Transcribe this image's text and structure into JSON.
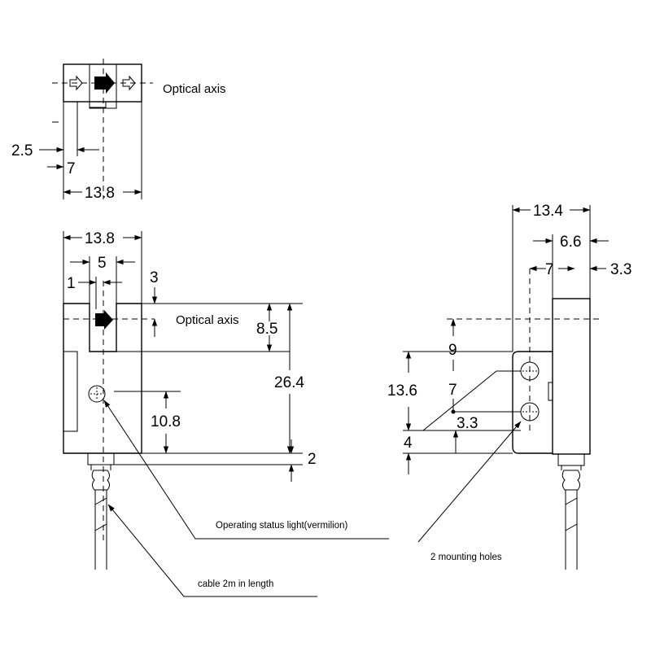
{
  "labels": {
    "optical_axis_top": "Optical axis",
    "optical_axis_front": "Optical axis",
    "status_light": "Operating status light(vermilion)",
    "cable": "cable 2m in length",
    "mounting_holes": "2 mounting holes"
  },
  "dimensions": {
    "top_2_5": "2.5",
    "top_7": "7",
    "top_13_8": "13.8",
    "front_13_8": "13.8",
    "front_5": "5",
    "front_1": "1",
    "front_3": "3",
    "front_8_5": "8.5",
    "front_26_4": "26.4",
    "front_10_8": "10.8",
    "front_2": "2",
    "side_13_4": "13.4",
    "side_6_6": "6.6",
    "side_7_top": "7",
    "side_3_3_top": "3.3",
    "side_9": "9",
    "side_13_6": "13.6",
    "side_7_mid": "7",
    "side_3_3_mid": "3.3",
    "side_4": "4"
  },
  "colors": {
    "line": "#000000",
    "background": "#ffffff"
  }
}
